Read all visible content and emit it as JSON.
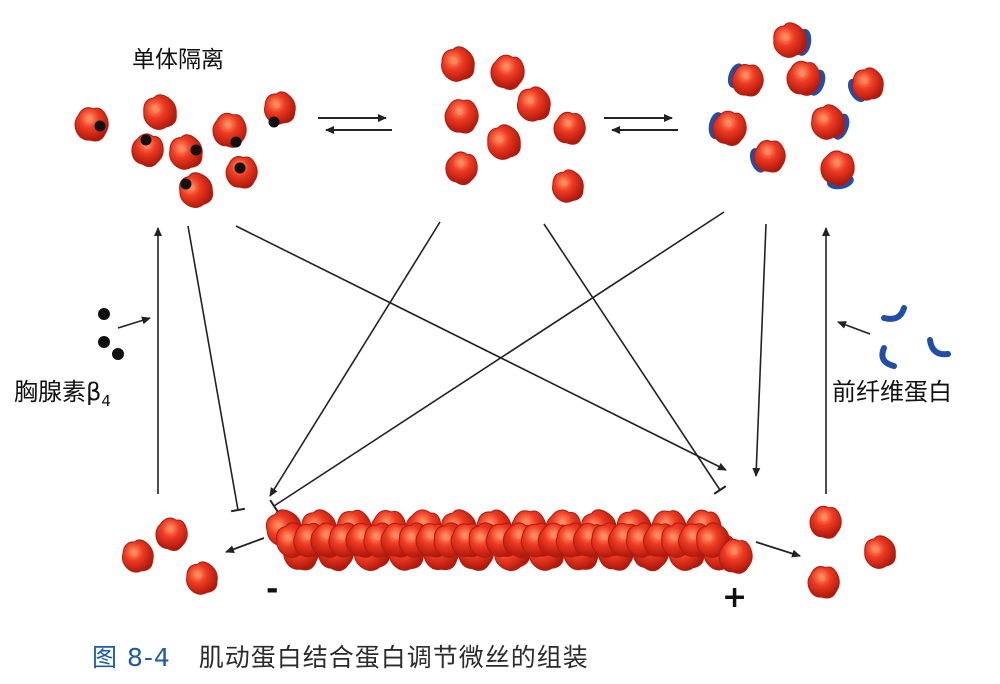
{
  "labels": {
    "monomer_sequestration": "单体隔离",
    "thymosin": "胸腺素β",
    "thymosin_sub": "4",
    "profilin": "前纤维蛋白",
    "minus_end": "-",
    "plus_end": "+"
  },
  "caption": {
    "figure_number": "图 8-4",
    "title": "肌动蛋白结合蛋白调节微丝的组装"
  },
  "colors": {
    "actin": "#e8321f",
    "actin_highlight": "#ff8a5c",
    "actin_dark": "#b41a0e",
    "thymosin": "#111111",
    "profilin": "#1f4fa8",
    "arrow": "#222222"
  }
}
